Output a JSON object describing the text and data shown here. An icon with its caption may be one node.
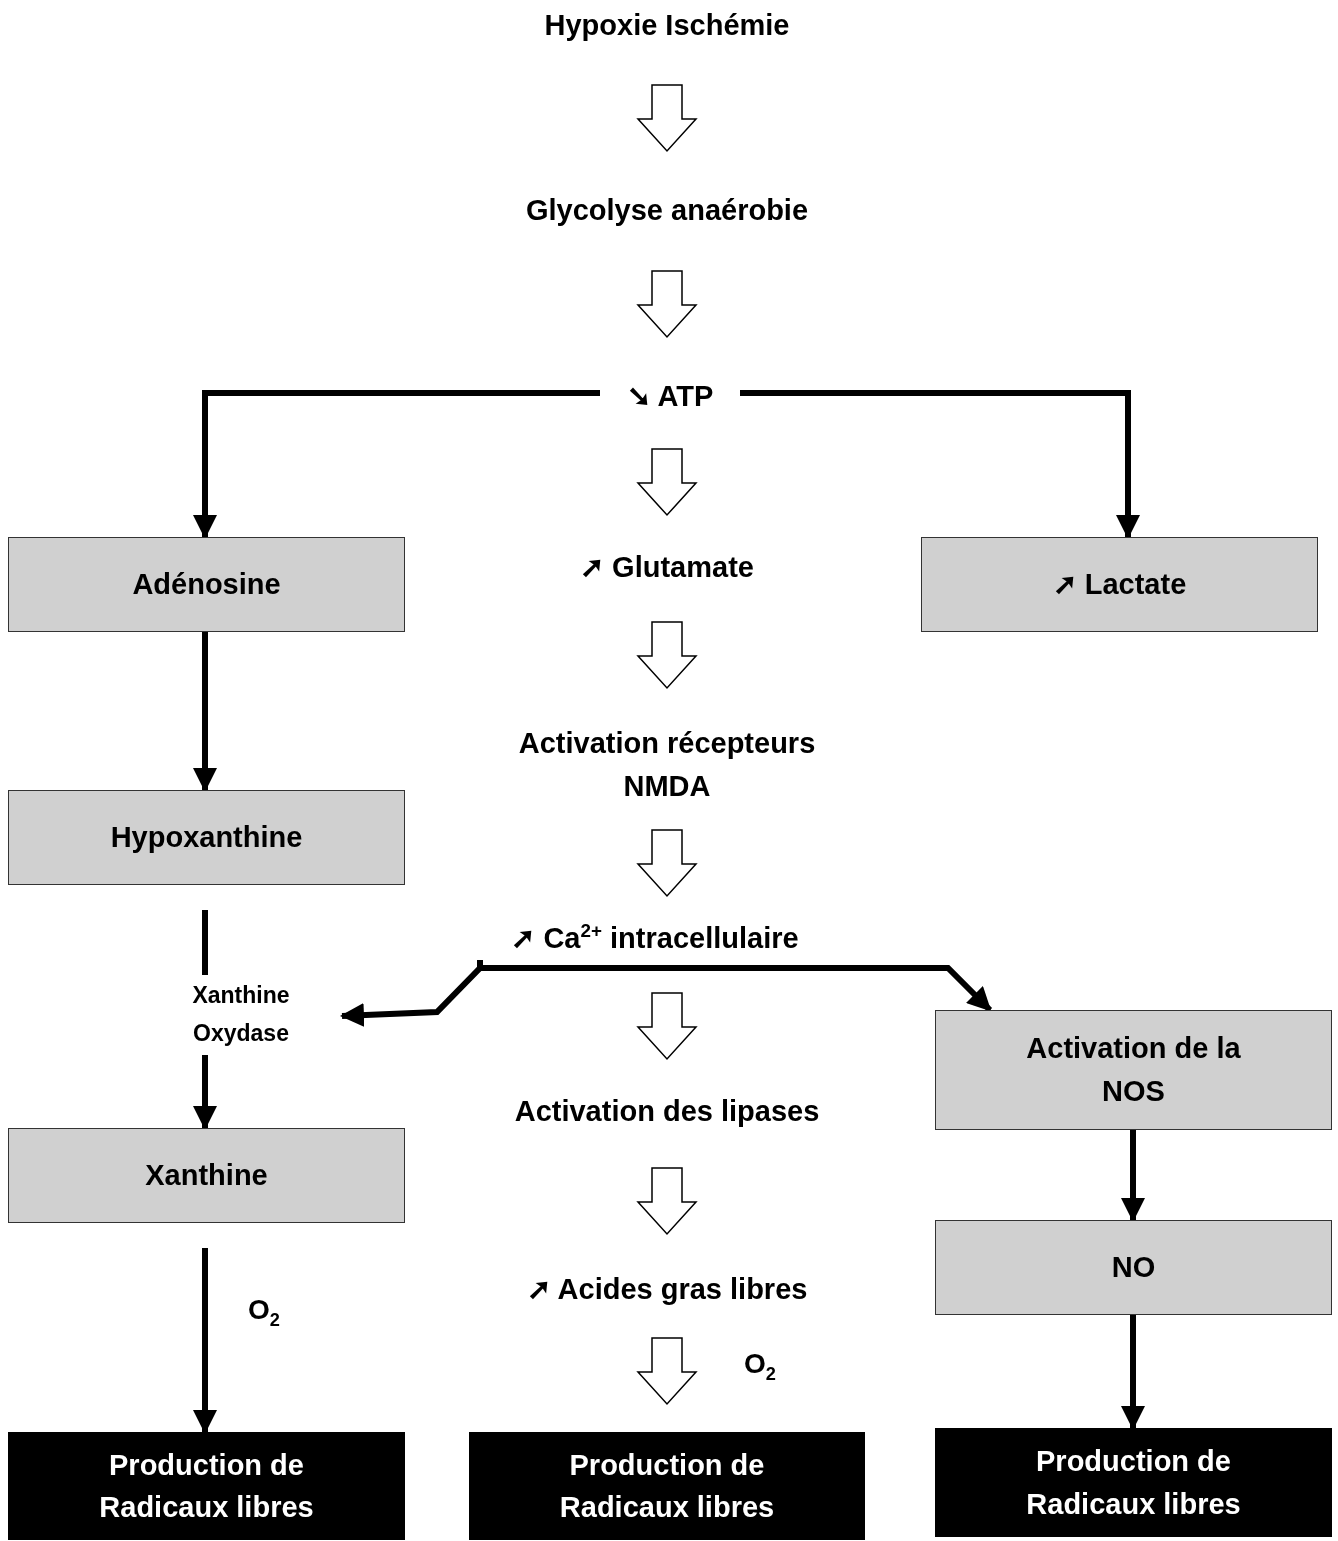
{
  "diagram": {
    "nodes": [
      {
        "text": [
          "Hypoxie Ischémie"
        ]
      },
      {
        "text": [
          "Glycolyse anaérobie"
        ]
      },
      {
        "text": [
          "➘ ATP"
        ]
      },
      {
        "text": [
          "Adénosine"
        ]
      },
      {
        "text": [
          "➚ Glutamate"
        ]
      },
      {
        "text": [
          "➚ Lactate"
        ]
      },
      {
        "text": [
          "Activation récepteurs NMDA"
        ]
      },
      {
        "text": [
          "Hypoxanthine"
        ]
      },
      {
        "text": [
          "➚ Ca$^{2+}$ intracellulaire"
        ]
      },
      {
        "text": [
          "Xanthine Oxydase"
        ]
      },
      {
        "text": [
          "Activation de la NOS"
        ]
      },
      {
        "text": [
          "Activation des lipases"
        ]
      },
      {
        "text": [
          "Xanthine"
        ]
      },
      {
        "text": [
          "NO"
        ]
      },
      {
        "text": [
          "➚ Acides gras libres"
        ]
      },
      {
        "text": [
          "Production de Radicaux libres"
        ]
      },
      {
        "text": [
          "Production de Radicaux libres"
        ]
      },
      {
        "text": [
          "Production de Radicaux libres"
        ]
      }
    ],
    "edges": [
      {
        "from": 0,
        "to": 1,
        "arrow": "to"
      },
      {
        "from": 1,
        "to": 2,
        "arrow": "to"
      },
      {
        "from": 2,
        "to": 4,
        "arrow": "to"
      },
      {
        "from": 4,
        "to": 6,
        "arrow": "to"
      },
      {
        "from": 6,
        "to": 8,
        "arrow": "to"
      },
      {
        "from": 8,
        "to": 11,
        "arrow": "to"
      },
      {
        "from": 11,
        "to": 14,
        "arrow": "to"
      },
      {
        "from": 14,
        "to": 16,
        "arrow": "to",
        "label": "O$_{2}$"
      },
      {
        "from": 2,
        "to": 3,
        "arrow": "to"
      },
      {
        "from": 2,
        "to": 5,
        "arrow": "to"
      },
      {
        "from": 3,
        "to": 7,
        "arrow": "to"
      },
      {
        "from": 7,
        "to": 9,
        "arrow": "none"
      },
      {
        "from": 9,
        "to": 12,
        "arrow": "to"
      },
      {
        "from": 8,
        "to": 9,
        "arrow": "to"
      },
      {
        "from": 8,
        "to": 10,
        "arrow": "to"
      },
      {
        "from": 12,
        "to": 15,
        "arrow": "to",
        "label": "O$_{2}$"
      },
      {
        "from": 10,
        "to": 13,
        "arrow": "to"
      },
      {
        "from": 13,
        "to": 17,
        "arrow": "to"
      }
    ]
  }
}
